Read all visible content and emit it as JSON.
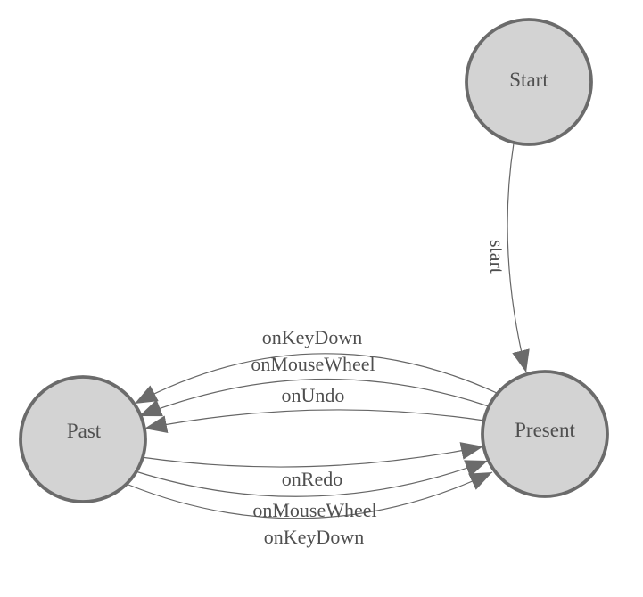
{
  "diagram": {
    "type": "state-machine",
    "colors": {
      "background": "#ffffff",
      "node_fill": "#d3d3d3",
      "node_stroke": "#6b6b6b",
      "edge_stroke": "#666666",
      "arrow_fill": "#6b6b6b",
      "text": "#4f4f4f"
    },
    "nodes": [
      {
        "id": "start",
        "label": "Start"
      },
      {
        "id": "past",
        "label": "Past"
      },
      {
        "id": "present",
        "label": "Present"
      }
    ],
    "edges": [
      {
        "from": "start",
        "to": "present",
        "label": "start"
      },
      {
        "from": "present",
        "to": "past",
        "label": "onKeyDown"
      },
      {
        "from": "present",
        "to": "past",
        "label": "onMouseWheel"
      },
      {
        "from": "present",
        "to": "past",
        "label": "onUndo"
      },
      {
        "from": "past",
        "to": "present",
        "label": "onRedo"
      },
      {
        "from": "past",
        "to": "present",
        "label": "onMouseWheel"
      },
      {
        "from": "past",
        "to": "present",
        "label": "onKeyDown"
      }
    ]
  }
}
